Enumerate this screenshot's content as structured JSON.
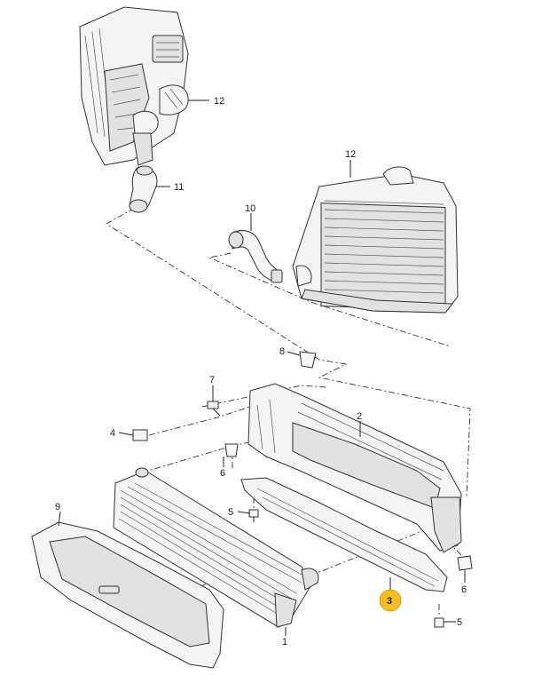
{
  "callouts": {
    "c1": "1",
    "c2": "2",
    "c3": "3",
    "c4": "4",
    "c5a": "5",
    "c5b": "5",
    "c6a": "6",
    "c6b": "6",
    "c7": "7",
    "c8": "8",
    "c9": "9",
    "c10": "10",
    "c11": "11",
    "c12a": "12",
    "c12b": "12"
  },
  "highlight": {
    "part": "3",
    "color": "#f2bd1d"
  }
}
